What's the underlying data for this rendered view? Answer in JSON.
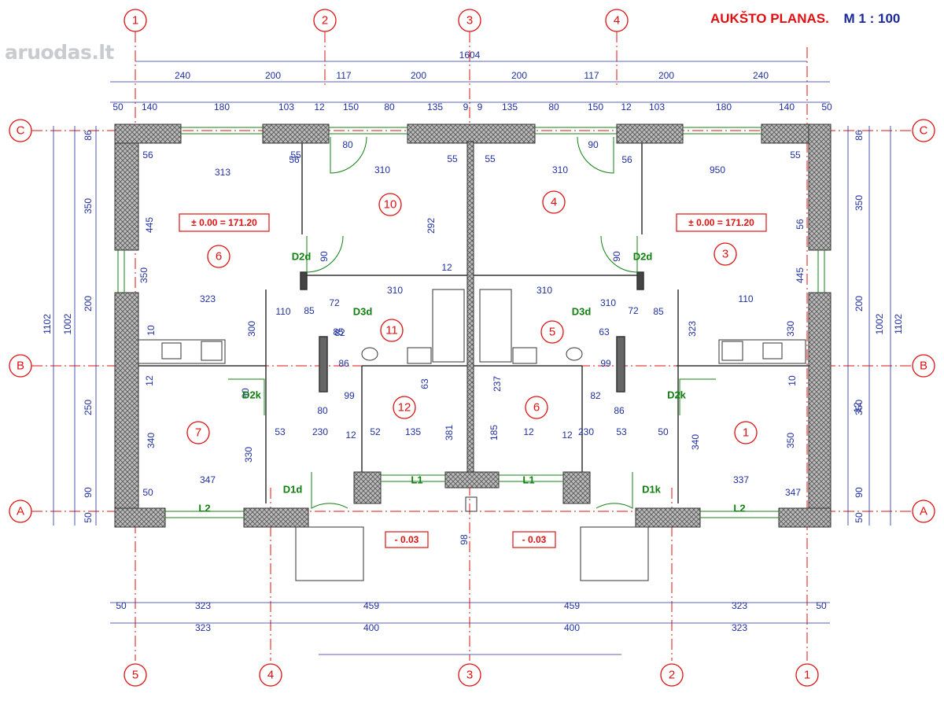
{
  "title": "AUKŠTO PLANAS.",
  "scale": "M 1 : 100",
  "watermark": "aruodas.lt",
  "axes": {
    "top": [
      "1",
      "2",
      "3",
      "4"
    ],
    "bottom": [
      "5",
      "4",
      "3",
      "2",
      "1"
    ],
    "left": [
      "C",
      "B",
      "A"
    ],
    "right": [
      "C",
      "B",
      "A"
    ]
  },
  "dims": {
    "overall": "1604",
    "t2": [
      "240",
      "200",
      "117",
      "200",
      "200",
      "117",
      "200",
      "240"
    ],
    "t3": [
      "50",
      "140",
      "180",
      "103",
      "12",
      "150",
      "80",
      "135",
      "9",
      "9",
      "135",
      "80",
      "150",
      "12",
      "103",
      "180",
      "140",
      "50"
    ],
    "b1": [
      "50",
      "323",
      "459",
      "459",
      "323",
      "50"
    ],
    "b2": [
      "323",
      "400",
      "400",
      "323"
    ],
    "sideV": [
      "1102",
      "1002"
    ],
    "leftV": [
      "86",
      "350",
      "200",
      "250",
      "90",
      "50"
    ],
    "rightV": [
      "86",
      "350",
      "200",
      "350",
      "90",
      "50"
    ],
    "inner": [
      "56",
      "313",
      "55",
      "445",
      "350",
      "323",
      "110",
      "85",
      "300",
      "12",
      "340",
      "330",
      "347",
      "50",
      "53",
      "230",
      "12",
      "52",
      "135",
      "381",
      "56",
      "310",
      "55",
      "292",
      "12",
      "310",
      "72",
      "85",
      "82",
      "86",
      "99",
      "80",
      "63",
      "98",
      "310",
      "55",
      "56",
      "310",
      "55",
      "56",
      "445",
      "950",
      "310",
      "72",
      "85",
      "110",
      "323",
      "330",
      "10",
      "12",
      "350",
      "340",
      "337",
      "347",
      "50",
      "53",
      "230",
      "12",
      "12",
      "185",
      "237",
      "63",
      "82",
      "99",
      "86",
      "80",
      "90",
      "90",
      "90",
      "90",
      "10"
    ]
  },
  "rooms": [
    "1",
    "3",
    "4",
    "5",
    "6",
    "6",
    "7",
    "10",
    "11",
    "12"
  ],
  "doors": [
    "D2d",
    "D2d",
    "D3d",
    "D3d",
    "D2k",
    "D2k",
    "D1d",
    "D1k",
    "L1",
    "L1",
    "L2",
    "L2"
  ],
  "levels": [
    "± 0.00 = 171.20",
    "± 0.00 = 171.20",
    "- 0.03",
    "- 0.03"
  ],
  "colors": {
    "axis": "#e01010",
    "dimension": "#2030a0",
    "door": "#108010",
    "wall": "#555555"
  }
}
